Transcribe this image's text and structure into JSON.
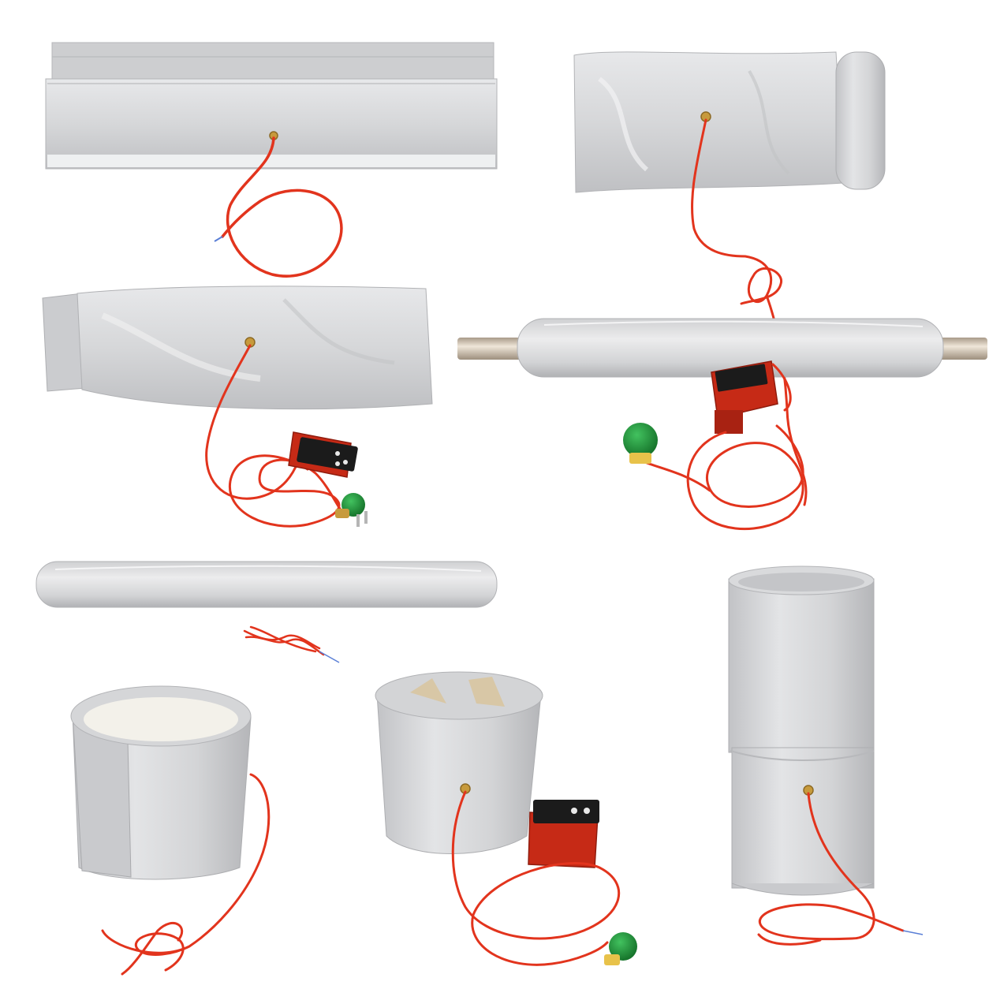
{
  "scene": {
    "background": "#ffffff",
    "colors": {
      "jacket": "#d9dadc",
      "jacket_shade": "#b9babd",
      "jacket_light": "#eeeeef",
      "seam": "#c6c7c9",
      "cable": "#e2341d",
      "cable_dark": "#b82412",
      "grommet": "#c79a3c",
      "controller": "#c62a16",
      "controller_dark": "#8f1c0e",
      "display": "#1b1b1b",
      "plug": "#1f9a3a",
      "plug_dark": "#136e27",
      "pipe": "#cfc4b6",
      "liner": "#f3f1ea",
      "liner_tan": "#d8c7a6"
    },
    "items": [
      {
        "id": "flat-jacket-wide",
        "has_controller": false,
        "has_plug": false
      },
      {
        "id": "flat-jacket-rolled-end",
        "has_controller": false,
        "has_plug": false
      },
      {
        "id": "sleeve-jacket-with-controller",
        "has_controller": true,
        "has_plug": true
      },
      {
        "id": "pipe-jacket-with-controller",
        "has_controller": true,
        "has_plug": true
      },
      {
        "id": "tube-jacket-with-loose-lead",
        "has_controller": false,
        "has_plug": false
      },
      {
        "id": "drum-jacket-open-liner",
        "has_controller": false,
        "has_plug": false
      },
      {
        "id": "drum-jacket-with-controller",
        "has_controller": true,
        "has_plug": true
      },
      {
        "id": "tall-cylinder-jacket",
        "has_controller": false,
        "has_plug": false
      }
    ]
  }
}
